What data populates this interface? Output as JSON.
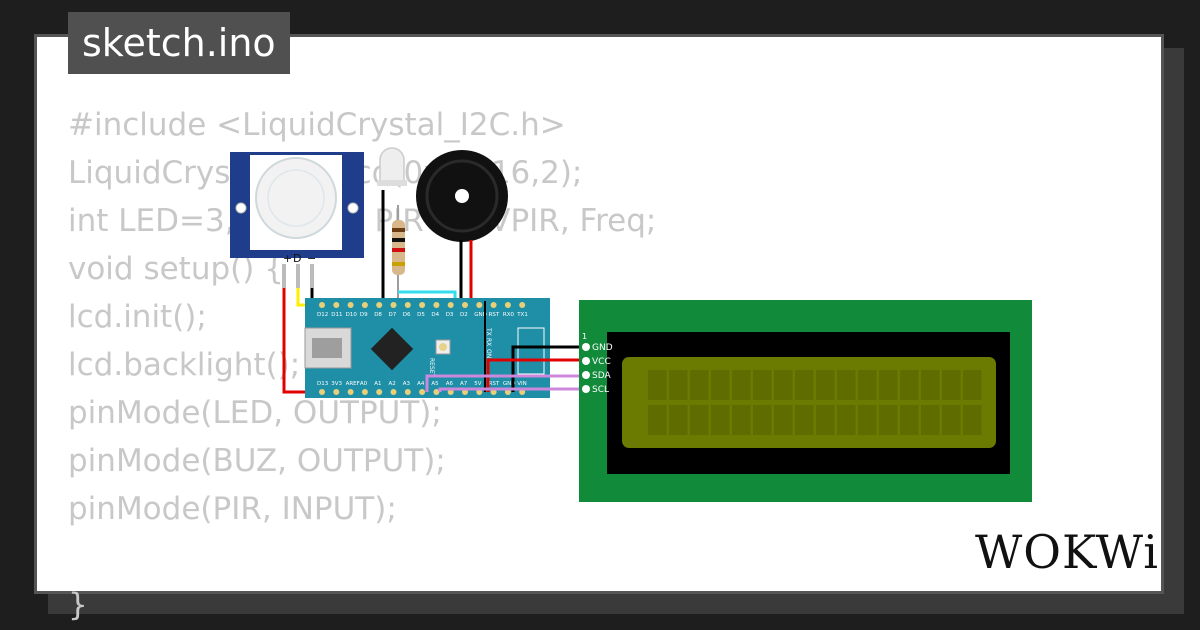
{
  "file": {
    "name": "sketch.ino"
  },
  "code": {
    "lines": [
      "#include <LiquidCrystal_I2C.h>",
      "LiquidCrystal_I2C lcd(0x27,16,2);",
      "int LED=3, BUZ=2, PIR=4, VPIR, Freq;",
      "void setup() {",
      "lcd.init();",
      "lcd.backlight();",
      "pinMode(LED, OUTPUT);",
      "pinMode(BUZ, OUTPUT);",
      "pinMode(PIR, INPUT);",
      "",
      "}"
    ]
  },
  "pir": {
    "pin_labels": [
      "+",
      "D",
      "−"
    ]
  },
  "nano": {
    "top_pins": [
      "D12",
      "D11",
      "D10",
      "D9",
      "D8",
      "D7",
      "D6",
      "D5",
      "D4",
      "D3",
      "D2",
      "GND",
      "RST",
      "RX0",
      "TX1"
    ],
    "bottom_pins": [
      "D13",
      "3V3",
      "AREF",
      "A0",
      "A1",
      "A2",
      "A3",
      "A4",
      "A5",
      "A6",
      "A7",
      "5V",
      "RST",
      "GND",
      "VIN"
    ],
    "reset_label": "RESET",
    "side_labels": [
      "TX",
      "RX",
      "ON",
      "L"
    ]
  },
  "lcd": {
    "pins": [
      "GND",
      "VCC",
      "SDA",
      "SCL"
    ],
    "pin_number": "1",
    "colors": {
      "board": "#118a3a",
      "screen": "#6b7a00"
    }
  },
  "wire_colors": {
    "power": "#e00000",
    "ground": "#000000",
    "data": "#ffee00",
    "signal": "#33ddee",
    "i2c": "#cc88dd"
  },
  "brand": {
    "logo": "WOKWi"
  }
}
